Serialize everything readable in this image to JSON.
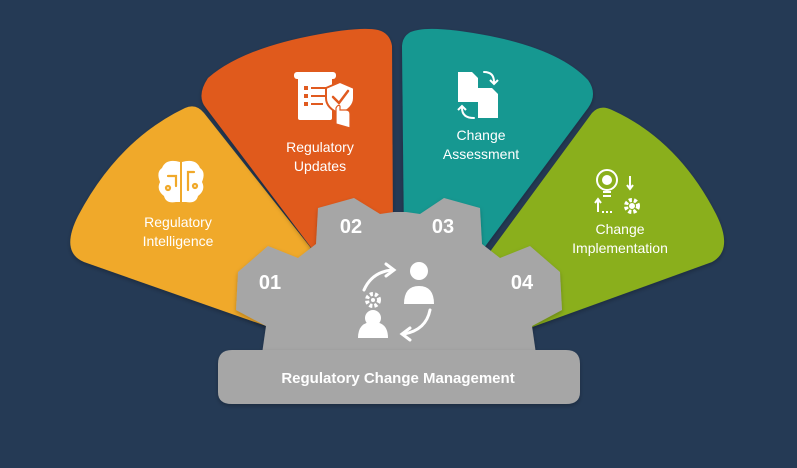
{
  "center_title": "Regulatory Change Management",
  "colors": {
    "background": "#253a55",
    "gear": "#a6a6a6",
    "yellow": "#f0a92a",
    "orange": "#e05a1f",
    "teal": "#169891",
    "green": "#8aaf1c"
  },
  "steps": [
    {
      "number": "01",
      "line1": "Regulatory",
      "line2": "Intelligence",
      "icon": "brain-icon"
    },
    {
      "number": "02",
      "line1": "Regulatory",
      "line2": "Updates",
      "icon": "policy-document-icon"
    },
    {
      "number": "03",
      "line1": "Change",
      "line2": "Assessment",
      "icon": "document-swap-icon"
    },
    {
      "number": "04",
      "line1": "Change",
      "line2": "Implementation",
      "icon": "idea-gear-icon"
    }
  ],
  "center_icon": "people-change-cycle-icon"
}
